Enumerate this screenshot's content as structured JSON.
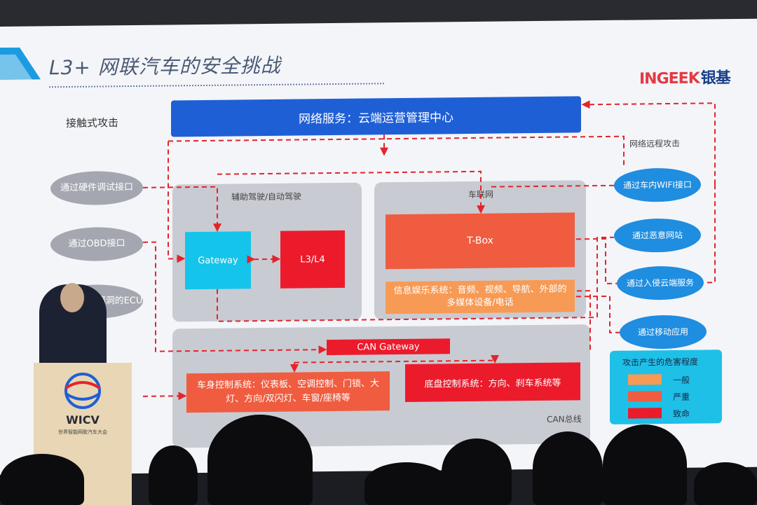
{
  "slide": {
    "title": "L3+ 网联汽车的安全挑战",
    "logo_brand": "INGEEK",
    "logo_cn": "银基",
    "left_heading": "接触式攻击",
    "right_heading": "网络远程攻击",
    "cloud_service": "网络服务：云端运营管理中心",
    "adas_panel_label": "辅助驾驶/自动驾驶",
    "telematics_panel_label": "车联网",
    "gateway": "Gateway",
    "l3l4": "L3/L4",
    "tbox": "T-Box",
    "infotainment": "信息娱乐系统：音频、视频、导航、外部的多媒体设备/电话",
    "can_gateway": "CAN Gateway",
    "body_control": "车身控制系统：仪表板、空调控制、门锁、大灯、方向/双闪灯、车窗/座椅等",
    "chassis_control": "底盘控制系统：方向、刹车系统等",
    "can_bus": "CAN总线",
    "left_attacks": [
      "通过硬件调试接口",
      "通过OBD接口",
      "恶意或是有漏洞的ECU"
    ],
    "right_attacks": [
      "通过车内WIFI接口",
      "通过恶意网站",
      "通过入侵云端服务",
      "通过移动应用"
    ],
    "legend": {
      "title": "攻击产生的危害程度",
      "items": [
        {
          "label": "一般",
          "color": "#f79a55"
        },
        {
          "label": "严重",
          "color": "#f05c40"
        },
        {
          "label": "致命",
          "color": "#ec1b2c"
        }
      ]
    },
    "podium_logo": "WICV",
    "podium_sub": "世界智能网联汽车大会"
  },
  "colors": {
    "cloud_blue": "#1f5fd6",
    "gateway_cyan": "#15c4ea",
    "attack_line": "#e3242b",
    "panel_gray": "#c9cbd2"
  }
}
